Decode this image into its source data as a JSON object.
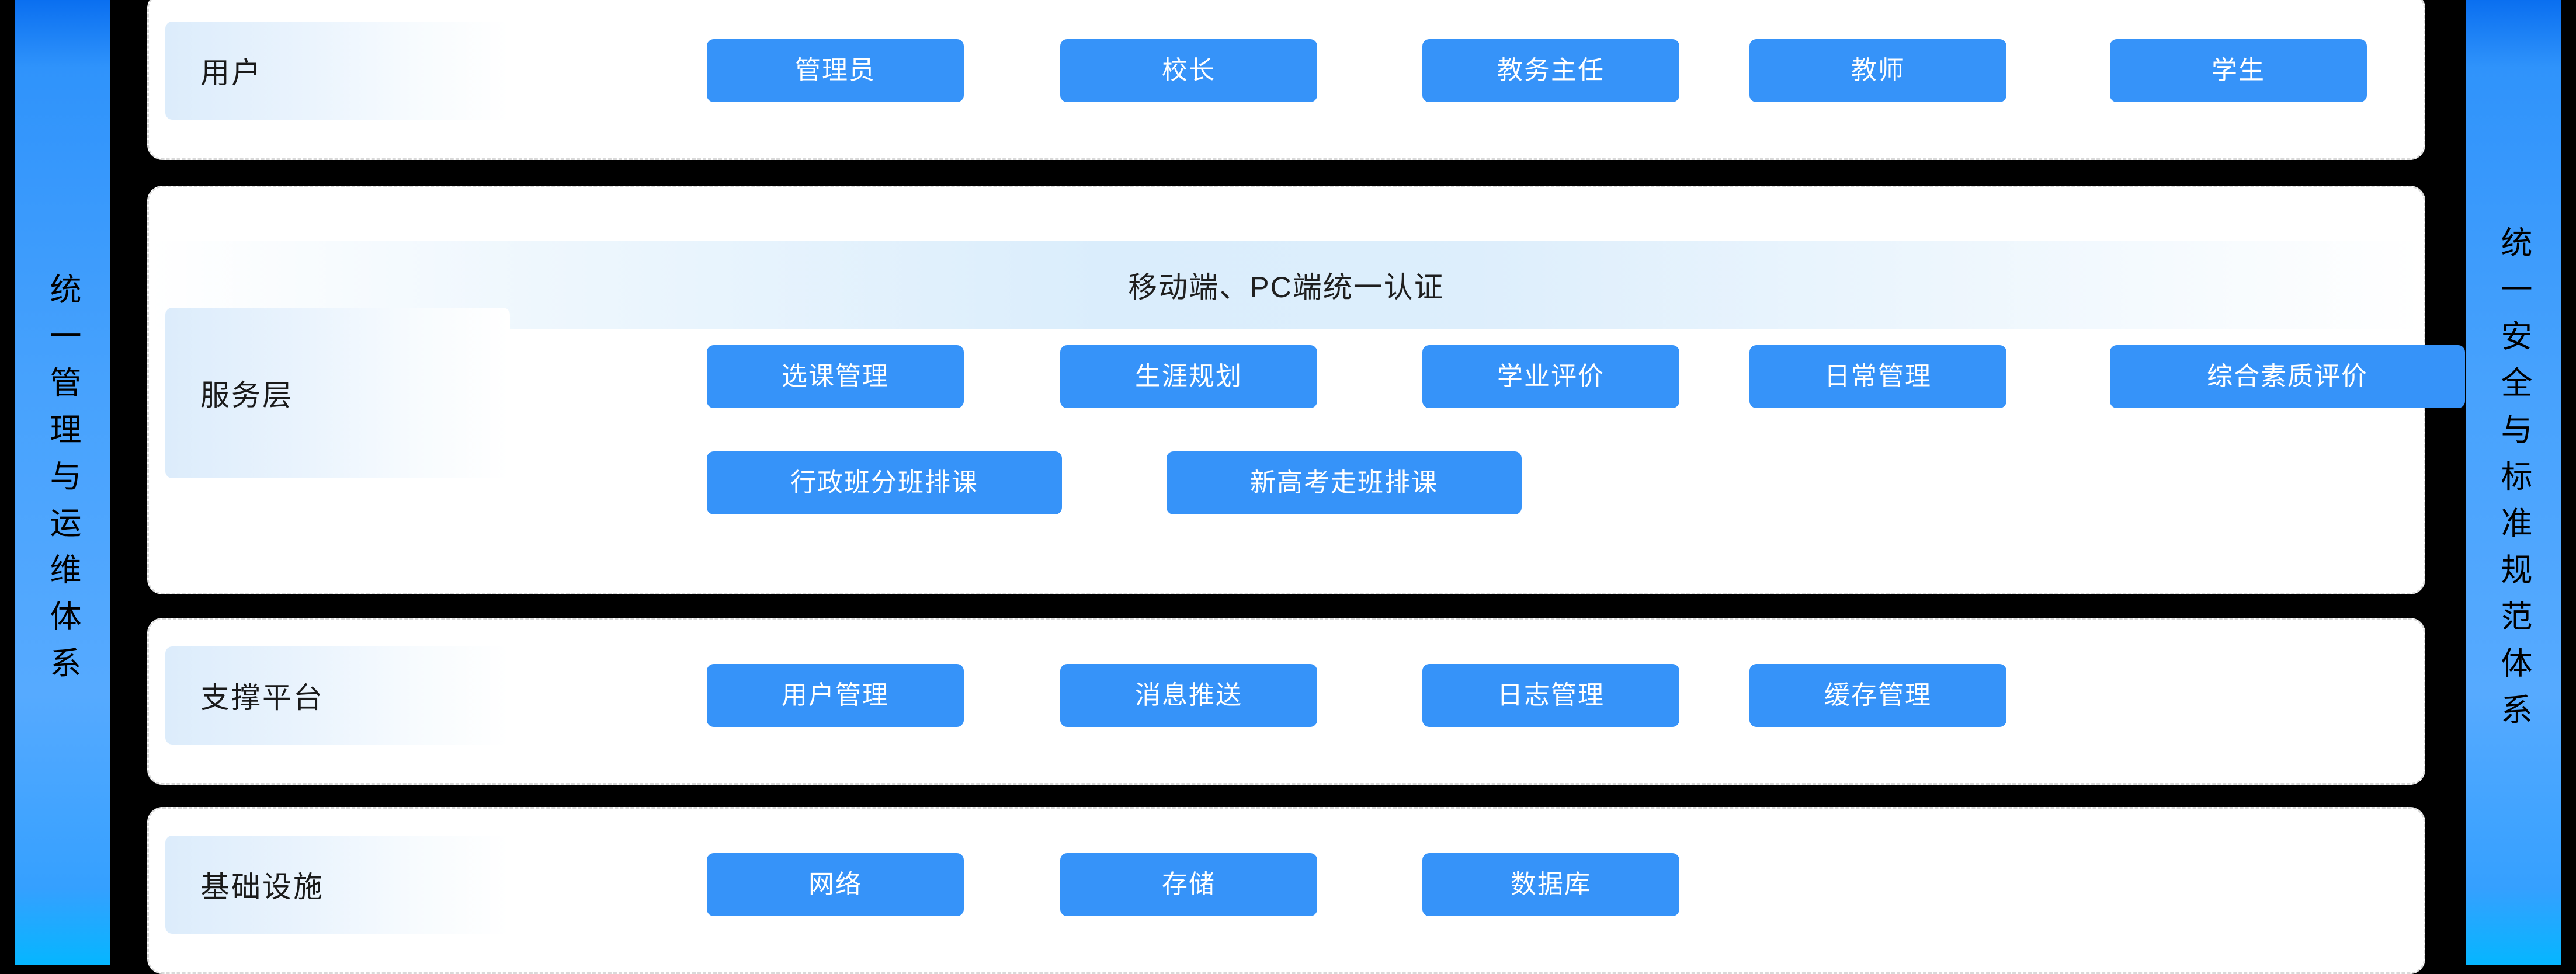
{
  "sidebars": {
    "left": {
      "text": "统一管理与运维体系"
    },
    "right": {
      "text": "统一安全与标准规范体系"
    }
  },
  "colors": {
    "node_blue": "#3693f9",
    "sidebar_blue": "#47a2fd",
    "label_gradient_start": "#dcecfb",
    "card_border": "#d9d9d9",
    "background": "#000000",
    "node_text": "#ffffff",
    "label_text": "#1a1a1a"
  },
  "layers": [
    {
      "id": "user-layer",
      "label": "用户",
      "rows": [
        {
          "nodes": [
            {
              "label": "管理员"
            },
            {
              "label": "校长"
            },
            {
              "label": "教务主任"
            },
            {
              "label": "教师"
            },
            {
              "label": "学生"
            }
          ]
        }
      ]
    },
    {
      "id": "service-layer",
      "label": "服务层",
      "banner": "移动端、PC端统一认证",
      "rows": [
        {
          "nodes": [
            {
              "label": "选课管理"
            },
            {
              "label": "生涯规划"
            },
            {
              "label": "学业评价"
            },
            {
              "label": "日常管理"
            },
            {
              "label": "综合素质评价"
            }
          ]
        },
        {
          "nodes": [
            {
              "label": "行政班分班排课"
            },
            {
              "label": "新高考走班排课"
            }
          ]
        }
      ]
    },
    {
      "id": "support-layer",
      "label": "支撑平台",
      "rows": [
        {
          "nodes": [
            {
              "label": "用户管理"
            },
            {
              "label": "消息推送"
            },
            {
              "label": "日志管理"
            },
            {
              "label": "缓存管理"
            }
          ]
        }
      ]
    },
    {
      "id": "infrastructure-layer",
      "label": "基础设施",
      "rows": [
        {
          "nodes": [
            {
              "label": "网络"
            },
            {
              "label": "存储"
            },
            {
              "label": "数据库"
            }
          ]
        }
      ]
    }
  ]
}
